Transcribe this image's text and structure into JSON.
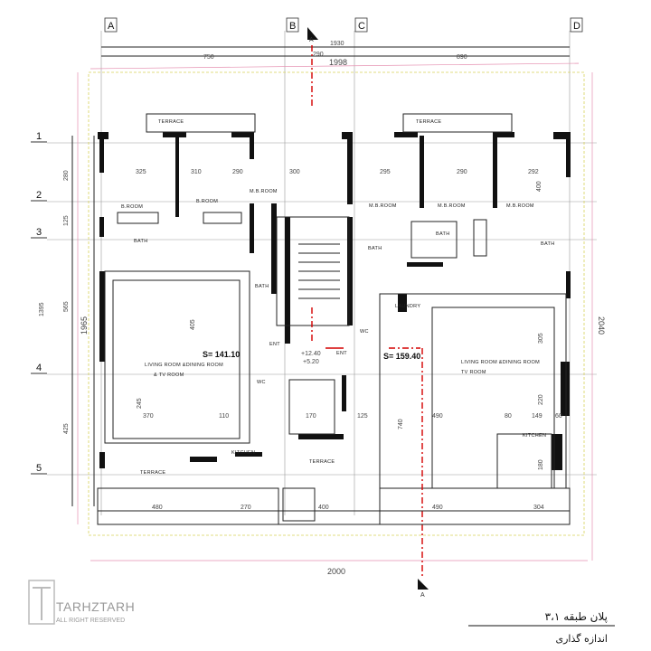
{
  "axes_top": [
    "A",
    "B",
    "C",
    "D"
  ],
  "axes_left": [
    "1",
    "2",
    "3",
    "4",
    "5"
  ],
  "section_marks": [
    "A",
    "A"
  ],
  "dims_top": {
    "total": "1998",
    "span_bc": "1930",
    "left": "750",
    "mid": "290",
    "right": "890"
  },
  "dims_bottom": {
    "total": "2000",
    "segments": [
      "480",
      "270",
      "400",
      "490",
      "304"
    ]
  },
  "dims_left": {
    "overall": "1965",
    "segments": [
      "280",
      "125",
      "1395",
      "565",
      "425"
    ]
  },
  "dims_right": {
    "overall": "2040"
  },
  "rooms": {
    "terrace": "TERRACE",
    "bedroom": "B.ROOM",
    "master_bedroom": "M.B.ROOM",
    "bath": "BATH",
    "wc": "WC",
    "living_left": "LIVING ROOM &DINING ROOM",
    "tv_left": "& TV ROOM",
    "living_right": "LIVING ROOM &DINING ROOM",
    "tv_right": "TV ROOM",
    "kitchen": "KITCHEN",
    "laundry": "LAUNDRY",
    "entrance": "ENT"
  },
  "areas": {
    "left": "S= 141.10",
    "right": "S= 159.40"
  },
  "levels": {
    "upper": "+12.40",
    "lower": "+5.20"
  },
  "inner_dims": [
    "325",
    "310",
    "290",
    "300",
    "295",
    "290",
    "292",
    "400",
    "405",
    "370",
    "245",
    "490",
    "740",
    "110",
    "170",
    "125",
    "80",
    "149",
    "60",
    "180",
    "220",
    "305"
  ],
  "logo": {
    "brand": "TARHZTARH",
    "sub": "ALL RIGHT RESERVED"
  },
  "title": {
    "plan": "پلان طبقه ۳،۱",
    "sub": "اندازه گذاری"
  }
}
